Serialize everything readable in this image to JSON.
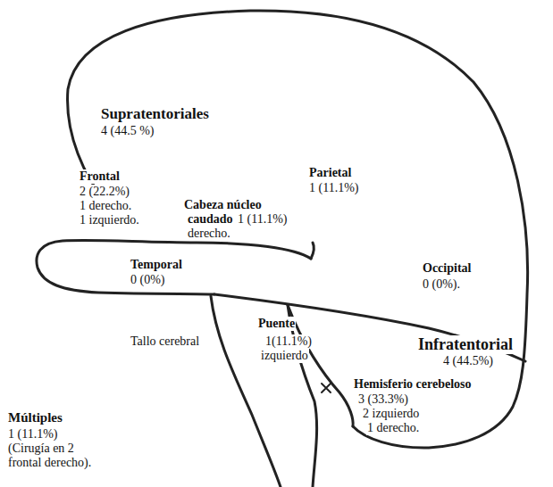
{
  "diagram": {
    "labels": [
      "Supratentoriales",
      "4 (44.5 %)",
      "Frontal",
      "2 (22.2%)",
      "1 derecho.",
      "1 izquierdo.",
      "Parietal",
      "1 (11.1%)",
      "Cabeza núcleo",
      "caudado",
      "1 (11.1%)",
      "derecho.",
      "Temporal",
      "0 (0%)",
      "Occipital",
      "0 (0%).",
      "Puente",
      "Tallo cerebral",
      "1(11.1%)",
      "izquierdo",
      "Infratentorial",
      "4 (44.5%)",
      "Hemisferio cerebeloso",
      "3 (33.3%)",
      "2 izquierdo",
      "1 derecho.",
      "Múltiples",
      "1 (11.1%)",
      "(Cirugía en 2",
      "frontal derecho)."
    ]
  }
}
